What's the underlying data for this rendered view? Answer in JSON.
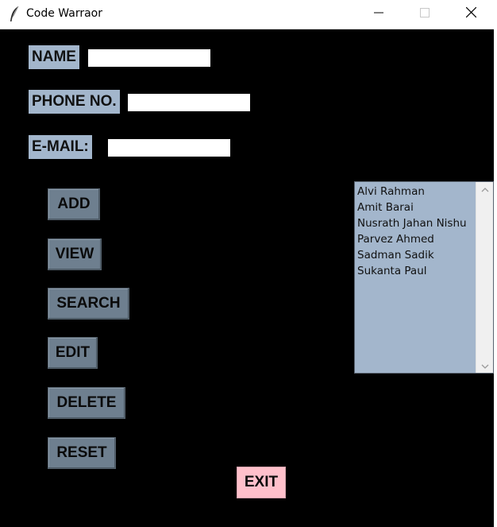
{
  "window": {
    "title": "Code Warraor",
    "icon": "feather-icon"
  },
  "labels": {
    "name": "NAME",
    "phone": "PHONE NO.",
    "email": "E-MAIL:"
  },
  "fields": {
    "name": "",
    "phone": "",
    "email": ""
  },
  "buttons": {
    "add": "ADD",
    "view": "VIEW",
    "search": "SEARCH",
    "edit": "EDIT",
    "delete": "DELETE",
    "reset": "RESET",
    "exit": "EXIT"
  },
  "contacts": [
    "Alvi Rahman",
    "Amit Barai",
    "Nusrath Jahan Nishu",
    "Parvez Ahmed",
    "Sadman Sadik",
    "Sukanta Paul"
  ],
  "colors": {
    "background": "#000000",
    "label": "#a3b6cc",
    "button": "#6e7f8f",
    "exit_button": "#ffc0cb",
    "listbox": "#a3b6cc"
  }
}
